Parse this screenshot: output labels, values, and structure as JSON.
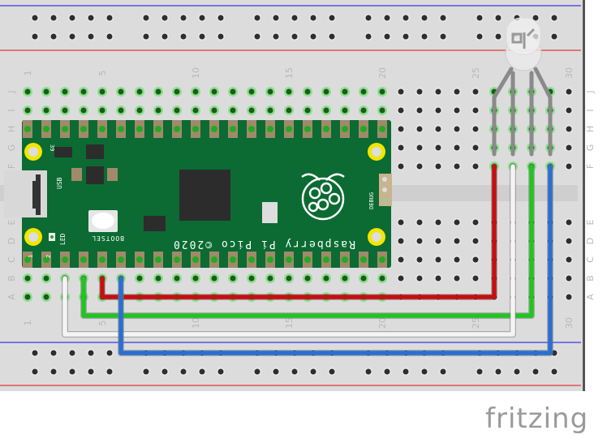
{
  "breadboard": {
    "column_labels": [
      "1",
      "5",
      "10",
      "15",
      "20",
      "25",
      "30"
    ],
    "row_labels_top": [
      "J",
      "I",
      "H",
      "G",
      "F"
    ],
    "row_labels_bottom": [
      "E",
      "D",
      "C",
      "B",
      "A"
    ],
    "colors": {
      "board": "#dcdcdc",
      "rail_red": "#e03a3a",
      "rail_blue": "#3a3ae0",
      "hole": "#2e2e2e",
      "active": "#8de08d"
    }
  },
  "pico": {
    "title": "Raspberry Pi Pico ©2020",
    "bootsel": "BOOTSEL",
    "usb": "USB",
    "led": "LED",
    "debug": "DEBUG",
    "pin39": "39",
    "pin1": "1",
    "pin2": "2",
    "color": "#0b6b32"
  },
  "wires": [
    {
      "color": "#c41010",
      "name": "red"
    },
    {
      "color": "#22c422",
      "name": "green"
    },
    {
      "color": "#f4f4f4",
      "name": "white"
    },
    {
      "color": "#2a6fd0",
      "name": "blue"
    }
  ],
  "logo": "fritzing"
}
